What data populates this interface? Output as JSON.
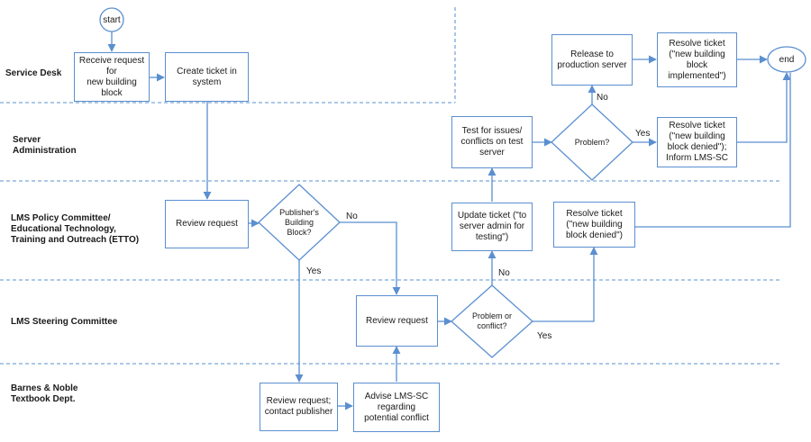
{
  "lanes": {
    "service_desk": "Service Desk",
    "server_admin": "Server\nAdministration",
    "lms_policy": "LMS Policy Committee/\nEducational Technology,\nTraining and Outreach (ETTO)",
    "lms_steering": "LMS Steering Committee",
    "barnes_noble": "Barnes & Noble\nTextbook Dept."
  },
  "nodes": {
    "start": "start",
    "end": "end",
    "receive_request": "Receive request for\nnew building block",
    "create_ticket": "Create ticket in\nsystem",
    "release_production": "Release to\nproduction server",
    "resolve_implemented": "Resolve ticket\n(\"new building\nblock\nimplemented\")",
    "test_issues": "Test for issues/\nconflicts on test\nserver",
    "problem_decision": "Problem?",
    "resolve_denied_inform": "Resolve ticket\n(\"new building\nblock denied\");\nInform LMS-SC",
    "review_request_policy": "Review request",
    "publishers_block": "Publisher's\nBuilding\nBlock?",
    "update_ticket": "Update ticket (\"to\nserver admin for\ntesting\")",
    "resolve_denied": "Resolve ticket\n(\"new building\nblock denied\")",
    "review_request_steering": "Review request",
    "problem_conflict": "Problem or\nconflict?",
    "review_contact": "Review request;\ncontact publisher",
    "advise_lms": "Advise LMS-SC\nregarding\npotential conflict"
  },
  "edge_labels": {
    "no_release": "No",
    "yes_resolve_denied": "Yes",
    "no_publisher": "No",
    "yes_publisher": "Yes",
    "no_update": "No",
    "yes_conflict": "Yes"
  },
  "colors": {
    "stroke": "#5b8fd0",
    "lane_divider": "#7aa9d8"
  }
}
